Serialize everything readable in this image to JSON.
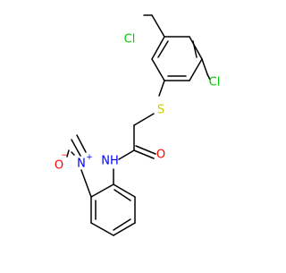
{
  "molecule": {
    "atoms": {
      "cl1": "Cl",
      "cl2": "Cl",
      "s": "S",
      "o_carbonyl": "O",
      "nh": "NH",
      "n_nitro": "N",
      "n_nitro_charge": "+",
      "o_nitro": "O",
      "o_nitro_charge": "−"
    },
    "colors": {
      "bond": "#000000",
      "chlorine": "#00cc00",
      "sulfur": "#cccc00",
      "oxygen": "#ff0000",
      "nitrogen": "#0000ff"
    }
  }
}
